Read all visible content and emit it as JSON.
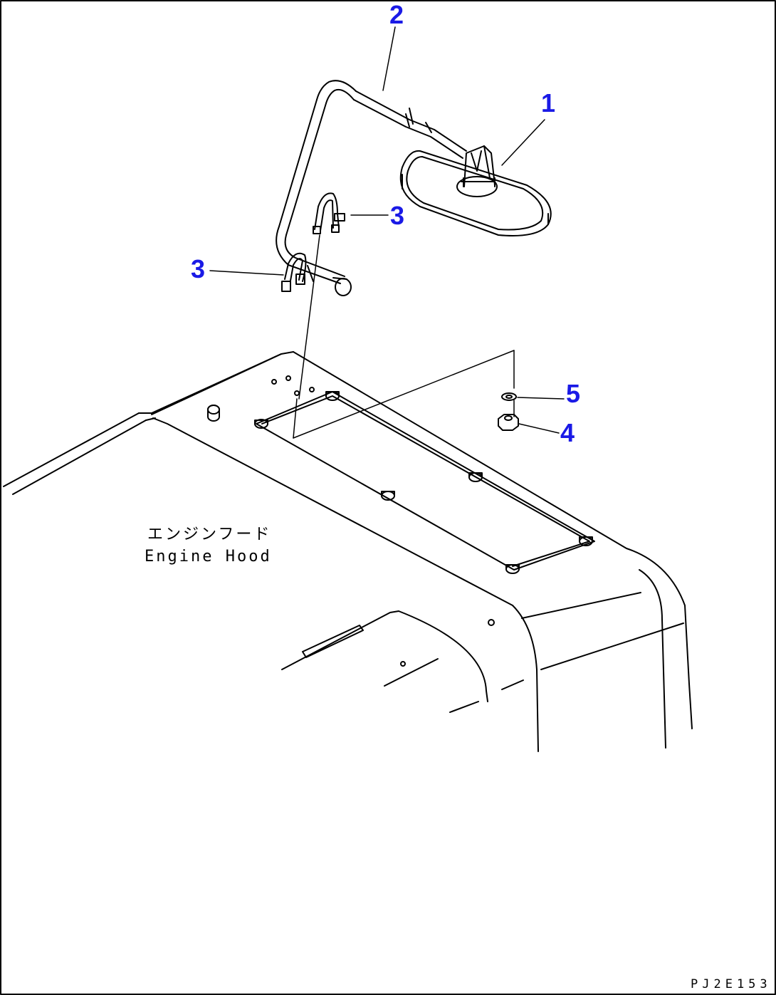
{
  "callouts": {
    "c1": "1",
    "c2": "2",
    "c3a": "3",
    "c3b": "3",
    "c4": "4",
    "c5": "5"
  },
  "labels": {
    "engine_hood_jp": "エンジンフード",
    "engine_hood_en": "Engine Hood",
    "drawing_code": "PJ2E153"
  },
  "colors": {
    "callout": "#1a1ae6",
    "line": "#000000",
    "background": "#ffffff"
  }
}
